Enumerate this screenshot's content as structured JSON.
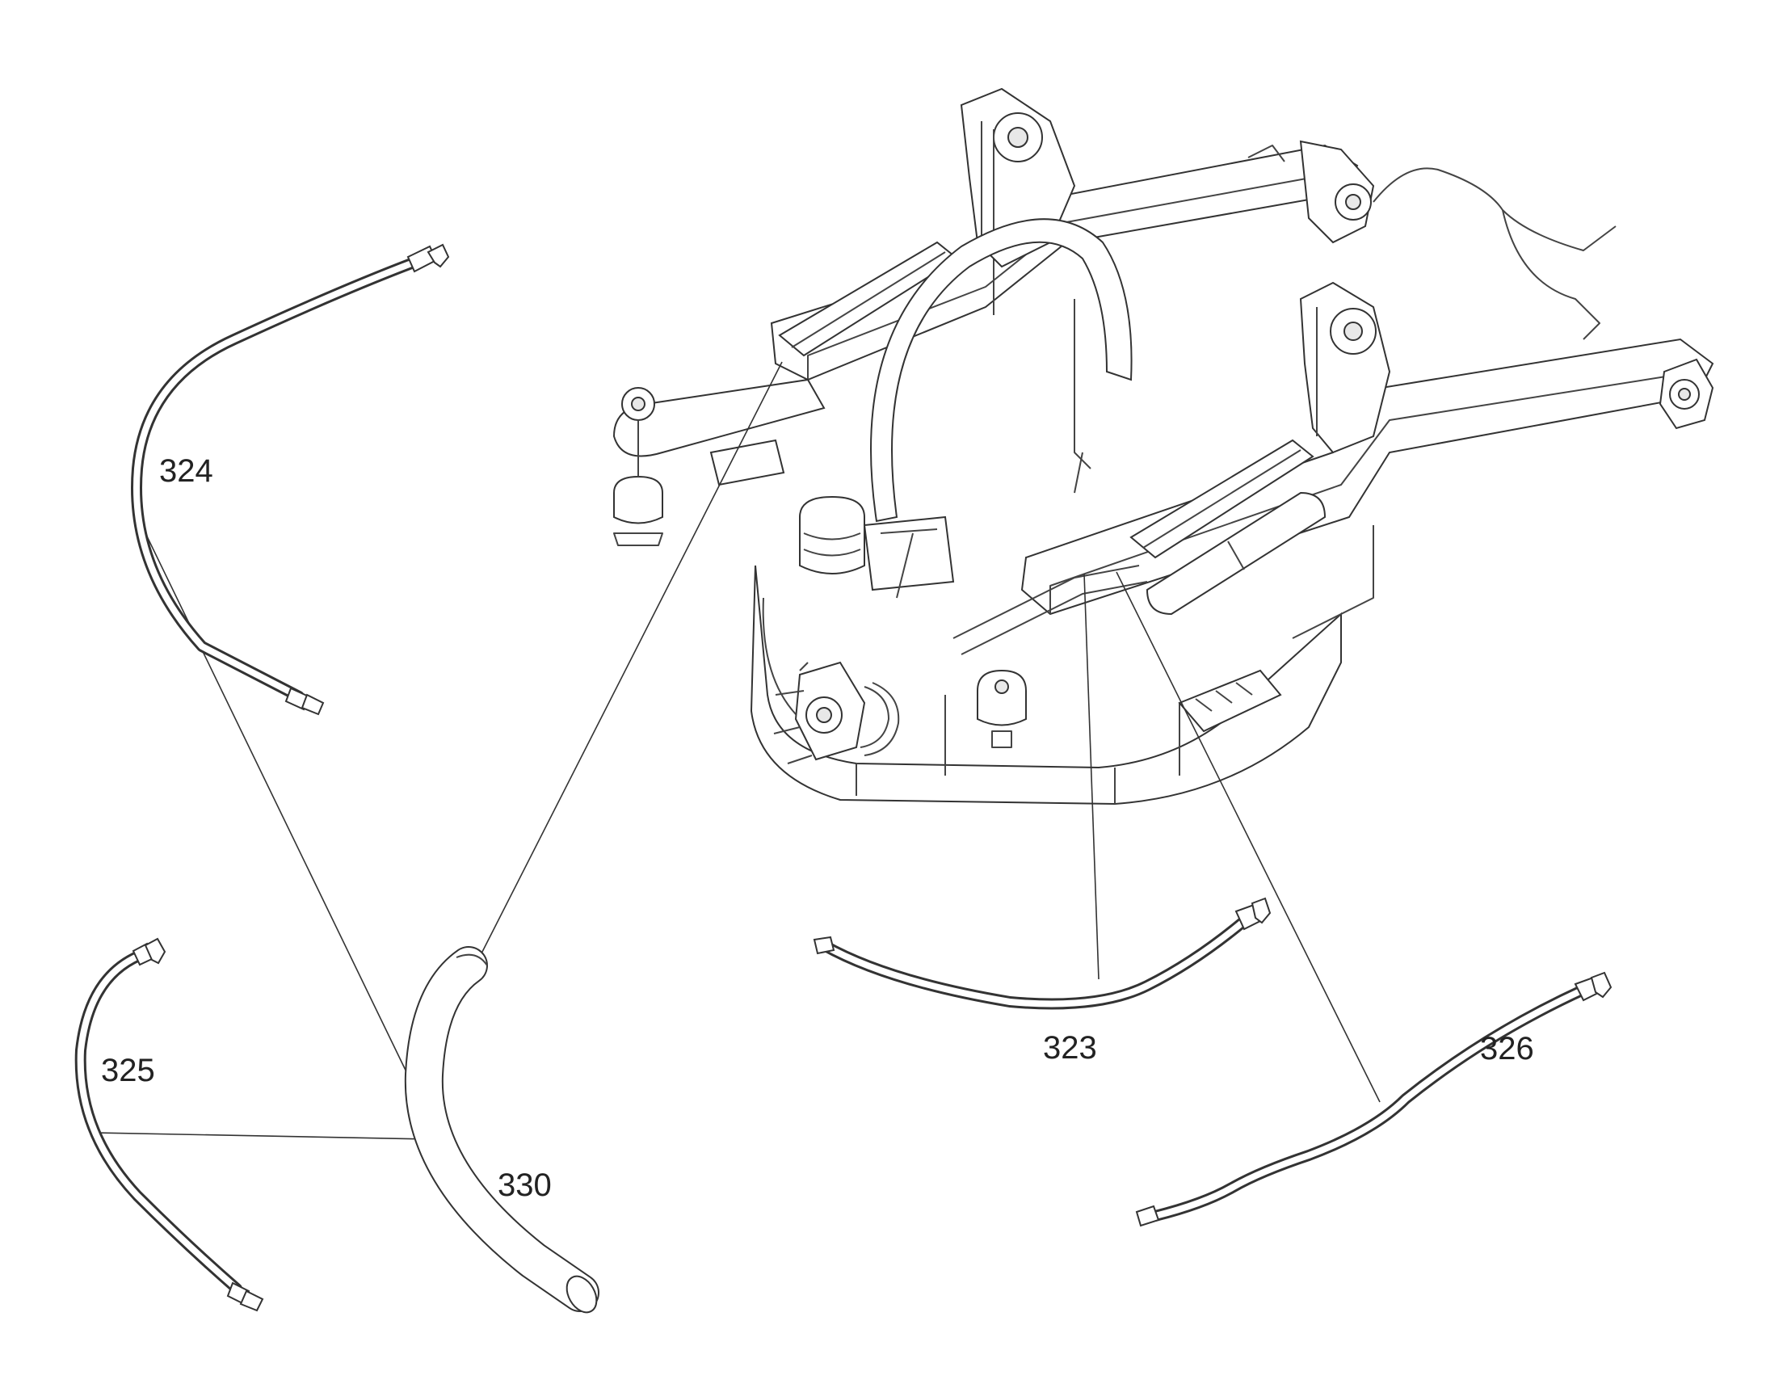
{
  "parts": {
    "p323": "323",
    "p324": "324",
    "p325": "325",
    "p326": "326",
    "p330": "330"
  },
  "colors": {
    "ink": "#333333",
    "background": "#ffffff"
  }
}
